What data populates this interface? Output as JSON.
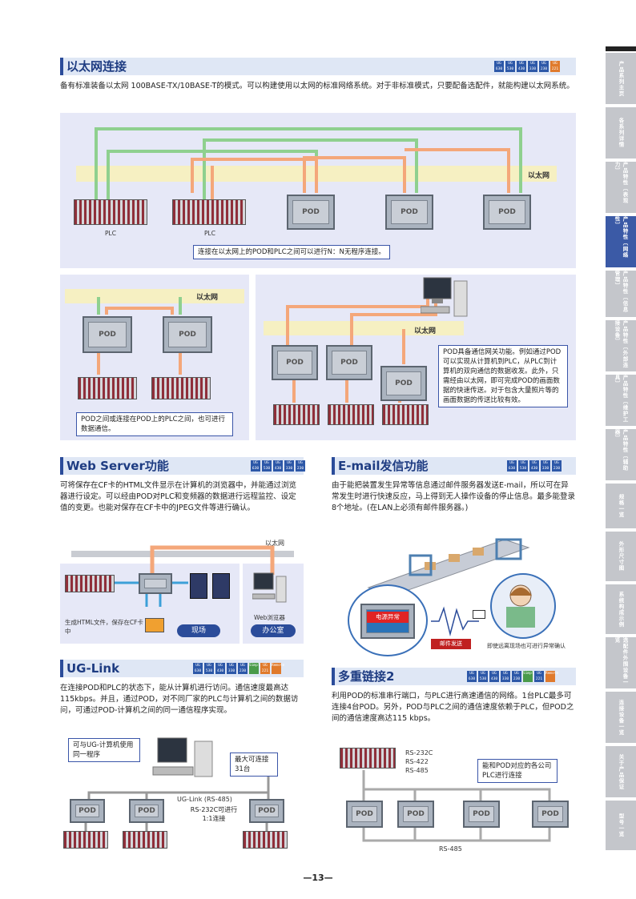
{
  "sections": {
    "ethernet": {
      "title": "以太网连接",
      "badges": [
        "UG 630",
        "UG 530",
        "UG 430",
        "UG 330",
        "UG 230",
        "UG 221"
      ],
      "desc": "备有标准装备以太网 100BASE-TX/10BASE-T的模式。可以构建使用以太网的标准网络系统。对于非标准模式，只要配备选配件，就能构建以太网系统。",
      "net_label": "以太网",
      "plc_label": "PLC",
      "pod_label": "POD",
      "note_nn": "连接在以太网上的POD和PLC之间可以进行N：N无程序连接。",
      "note_pod_plc": "POD之间或连接在POD上的PLC之间，也可进行数据通信。",
      "note_gateway": "POD具备通信网关功能。例如通过POD可以实现从计算机到PLC，从PLC到计算机的双向通信的数据收发。此外，只需经由以太网，即可完成POD的画面数据的快速传送。对于包含大量照片等的画面数据的传送比较有效。"
    },
    "webserver": {
      "title": "Web Server功能",
      "badges": [
        "UG 630",
        "UG 530",
        "UG 430",
        "UG 330",
        "UG 230"
      ],
      "desc": "可将保存在CF卡的HTML文件显示在计算机的浏览器中，并能通过浏览器进行设定。可以经由POD对PLC和变频器的数据进行远程监控、设定值的变更。也能对保存在CF卡中的JPEG文件等进行确认。",
      "net_label": "以太网",
      "cf_note": "生成HTML文件，保存在CF卡中",
      "browser_label": "Web浏览器",
      "site_label": "现场",
      "office_label": "办公室"
    },
    "email": {
      "title": "E-mail发信功能",
      "badges": [
        "UG 630",
        "UG 530",
        "UG 430",
        "UG 330",
        "UG 230"
      ],
      "desc": "由于能把装置发生异常等信息通过邮件服务器发送E-mail，所以可在异常发生时进行快速反应，马上得到无人操作设备的停止信息。最多能登录8个地址。(在LAN上必须有邮件服务器。)",
      "alarm_text": "电源异常",
      "send_label": "邮件发送",
      "remote_note": "即使远离现场也可进行异常确认"
    },
    "uglink": {
      "title": "UG-Link",
      "badges": [
        "UG 630",
        "UG 530",
        "UG 430",
        "UG 330",
        "UG 230",
        "Simple",
        "UG 221",
        "Remote"
      ],
      "desc": "在连接POD和PLC的状态下，能从计算机进行访问。通信速度最高达115kbps。并且，通过POD，对不同厂家的PLC与计算机之间的数据访问，可通过POD-计算机之间的同一通信程序实现。",
      "note_same_program": "可与UG-计算机使用同一程序",
      "note_max": "最大可连接31台",
      "link_label": "UG-Link (RS-485)",
      "rs232_note": "RS-232C可进行1:1连接"
    },
    "multilink": {
      "title": "多重链接2",
      "badges": [
        "UG 630",
        "UG 530",
        "UG 430",
        "UG 330",
        "UG 230",
        "Simple",
        "UG 221",
        "Remote"
      ],
      "desc": "利用POD的标准串行端口，与PLC进行高速通信的网络。1台PLC最多可连接4台POD。另外，POD与PLC之间的通信速度依赖于PLC，但POD之间的通信速度高达115 kbps。",
      "ports": [
        "RS-232C",
        "RS-422",
        "RS-485"
      ],
      "note_plc": "能和POD对应的各公司PLC进行连接",
      "bus_label": "RS-485"
    }
  },
  "page_number": "—13—",
  "sidebar": [
    "产品系列主页",
    "各系列详情",
    "产品特性〔表现力〕",
    "产品特性〔网络性〕",
    "产品特性〔信息管理〕",
    "产品特性〔外部连接设备〕",
    "产品特性〔维护工具〕",
    "产品特性〔辅助器〕",
    "规格一览",
    "外形尺寸图",
    "系统构成示例",
    "选配件外围设备一览",
    "连接设备一览",
    "关于产品保证",
    "型号一览"
  ],
  "colors": {
    "accent": "#2b4c9a",
    "green_arrow": "#8fd08f",
    "orange_arrow": "#f4a77a",
    "net_band": "#f6f0c2"
  }
}
